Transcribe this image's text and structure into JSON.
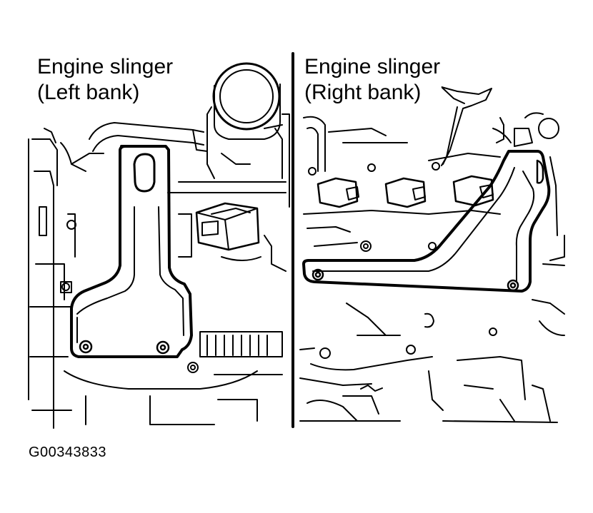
{
  "panels": {
    "left": {
      "title_line1": "Engine slinger",
      "title_line2": "(Left bank)"
    },
    "right": {
      "title_line1": "Engine slinger",
      "title_line2": "(Right bank)"
    }
  },
  "figure_id": "G00343833",
  "colors": {
    "ink": "#000000",
    "paper": "#ffffff"
  }
}
